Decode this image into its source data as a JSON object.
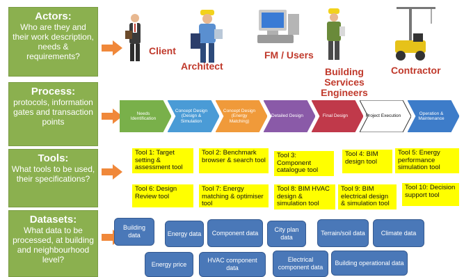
{
  "rows": [
    {
      "key": "actors",
      "heading": "Actors:",
      "desc": "Who are they and their work description, needs & requirements?"
    },
    {
      "key": "process",
      "heading": "Process:",
      "desc": "protocols, information gates and transaction points"
    },
    {
      "key": "tools",
      "heading": "Tools:",
      "desc": "What tools to be used, their specifications?"
    },
    {
      "key": "datasets",
      "heading": "Datasets:",
      "desc": "What data to be processed, at building and neighbourhood level?"
    }
  ],
  "actors": [
    "Client",
    "Architect",
    "FM / Users",
    "Building Services Engineers",
    "Contractor"
  ],
  "process_steps": [
    {
      "label": "Needs Identification",
      "color": "#79b04a"
    },
    {
      "label": "Concept Design (Design & Simulation",
      "color": "#4a9bd6"
    },
    {
      "label": "Concept Design (Energy Matching)",
      "color": "#f09a3a"
    },
    {
      "label": "Detailed Design",
      "color": "#8a5aa8"
    },
    {
      "label": "Final Design",
      "color": "#c0394a"
    },
    {
      "label": "Project Execution",
      "color": "#ffffff"
    },
    {
      "label": "Operation & Maintenance",
      "color": "#3d7cc9"
    }
  ],
  "tools": [
    "Tool 1: Target setting & assessment tool",
    "Tool 2: Benchmark browser & search tool",
    "Tool 3: Component catalogue tool",
    "Tool 4: BIM design tool",
    "Tool 5: Energy performance simulation tool",
    "Tool 6: Design Review tool",
    "Tool 7: Energy matching & optimiser tool",
    "Tool 8: BIM HVAC design & simulation tool",
    "Tool 9: BIM electrical design & simulation tool",
    "Tool 10: Decision support tool"
  ],
  "datasets": [
    "Building data",
    "Energy data",
    "Component data",
    "City plan data",
    "Terrain/soil data",
    "Climate data",
    "Energy price",
    "HVAC component data",
    "Electrical component data",
    "Building operational data"
  ],
  "colors": {
    "row_green": "#8bb04f",
    "arrow_orange": "#f0883a",
    "tool_yellow": "#ffff00",
    "data_blue": "#4a78b8",
    "actor_red": "#c0392b"
  }
}
